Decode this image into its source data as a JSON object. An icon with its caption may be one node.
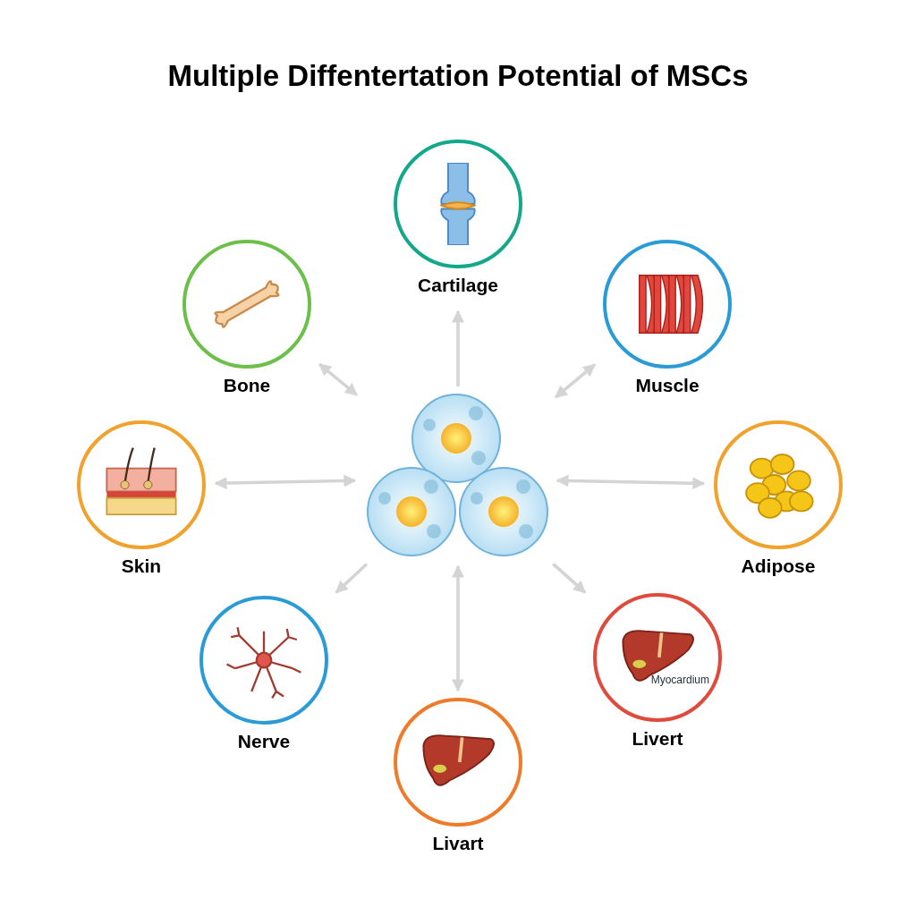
{
  "diagram": {
    "title": "Multiple Diffentertation Potential of MSCs",
    "nodes": [
      {
        "text": [],
        "shape": "picture"
      },
      {
        "text": [
          "Cartilage"
        ]
      },
      {
        "text": [
          "Bone"
        ]
      },
      {
        "text": [
          "Muscle"
        ]
      },
      {
        "text": [
          "Skin"
        ]
      },
      {
        "text": [
          "Adipose"
        ]
      },
      {
        "text": [
          "Nerve"
        ]
      },
      {
        "text": [
          "Myocardium",
          "Livert"
        ]
      },
      {
        "text": [
          "Livart"
        ]
      }
    ],
    "edges": [
      {
        "from": 0,
        "to": 1,
        "arrow": "to"
      },
      {
        "from": 0,
        "to": 2,
        "arrow": "both"
      },
      {
        "from": 0,
        "to": 3,
        "arrow": "both"
      },
      {
        "from": 0,
        "to": 4,
        "arrow": "both"
      },
      {
        "from": 0,
        "to": 5,
        "arrow": "both"
      },
      {
        "from": 0,
        "to": 6,
        "arrow": "to"
      },
      {
        "from": 0,
        "to": 7,
        "arrow": "to"
      },
      {
        "from": 0,
        "to": 8,
        "arrow": "both"
      }
    ]
  }
}
